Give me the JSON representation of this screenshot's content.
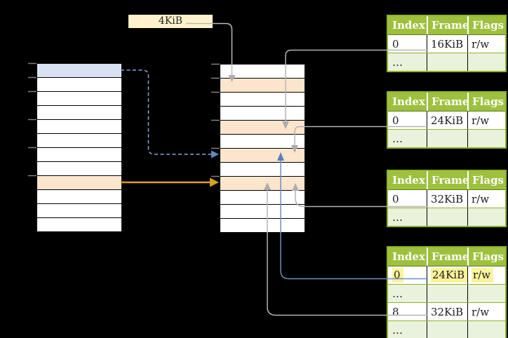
{
  "diagram": {
    "frame_size_label": "4KiB",
    "table_headers": [
      "Index",
      "Frame",
      "Flags"
    ],
    "tables": [
      {
        "rows": [
          [
            "0",
            "16KiB",
            "r/w"
          ],
          [
            "…",
            "",
            ""
          ]
        ]
      },
      {
        "rows": [
          [
            "0",
            "24KiB",
            "r/w"
          ],
          [
            "…",
            "",
            ""
          ]
        ]
      },
      {
        "rows": [
          [
            "0",
            "32KiB",
            "r/w"
          ],
          [
            "…",
            "",
            ""
          ]
        ]
      },
      {
        "rows": [
          [
            "0",
            "24KiB",
            "r/w"
          ],
          [
            "…",
            "",
            ""
          ],
          [
            "8",
            "32KiB",
            "r/w"
          ],
          [
            "…",
            "",
            ""
          ]
        ],
        "highlighted_row": 0
      }
    ],
    "left_column_rows": [
      "blue",
      "white",
      "white",
      "white",
      "white",
      "white",
      "white",
      "white",
      "orange",
      "white",
      "white",
      "white"
    ],
    "middle_column_rows": [
      "white",
      "orange",
      "white",
      "white",
      "orange",
      "white",
      "orange",
      "white",
      "orange",
      "white",
      "white",
      "white"
    ],
    "colors": {
      "background": "#000000",
      "table_header_green": "#9DC13D",
      "table_border_green": "#8CB42C",
      "table_dots_row_green": "#EAF2DB",
      "highlight_yellow": "#FBF39B",
      "frame_label_cream": "#FFF2CC",
      "mapped_frame_orange": "#FCE5CD",
      "selected_page_blue": "#D9E2F3",
      "connector_gray": "#B3B3B3",
      "connector_blue": "#6D8FC0",
      "connector_dashed_blue": "#85A8D8",
      "connector_gold": "#D9A125"
    }
  }
}
